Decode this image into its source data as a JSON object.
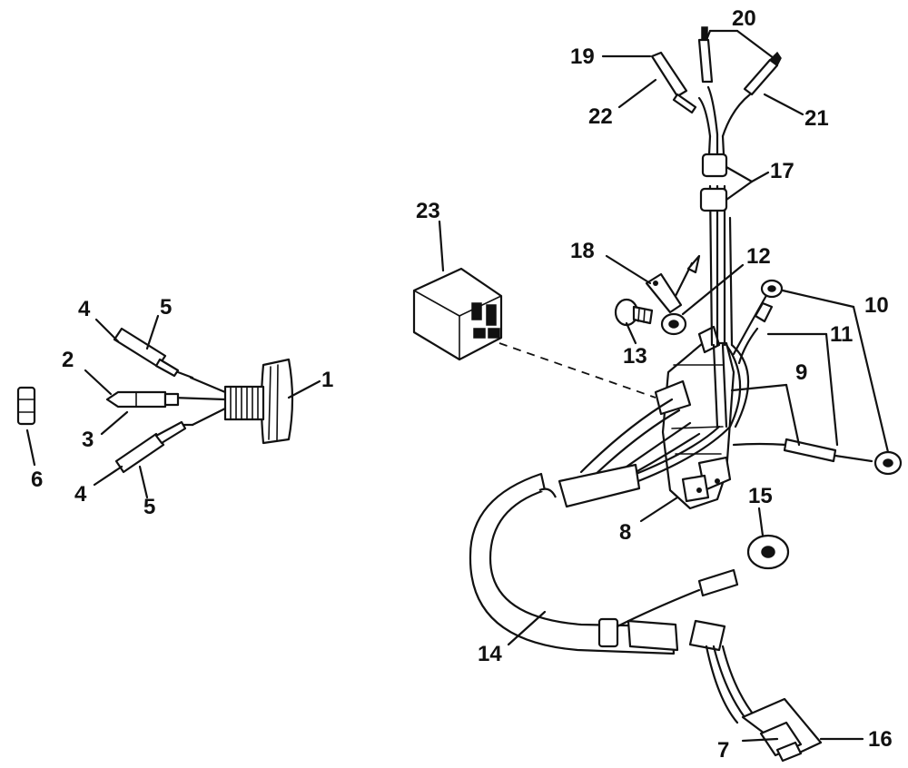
{
  "diagram": {
    "callouts": {
      "c1": "1",
      "c2": "2",
      "c3": "3",
      "c4a": "4",
      "c4b": "4",
      "c5a": "5",
      "c5b": "5",
      "c6": "6",
      "c7": "7",
      "c8": "8",
      "c9": "9",
      "c10": "10",
      "c11": "11",
      "c12": "12",
      "c13": "13",
      "c14": "14",
      "c15": "15",
      "c16": "16",
      "c17": "17",
      "c18": "18",
      "c19": "19",
      "c20": "20",
      "c21": "21",
      "c22": "22",
      "c23": "23"
    }
  }
}
